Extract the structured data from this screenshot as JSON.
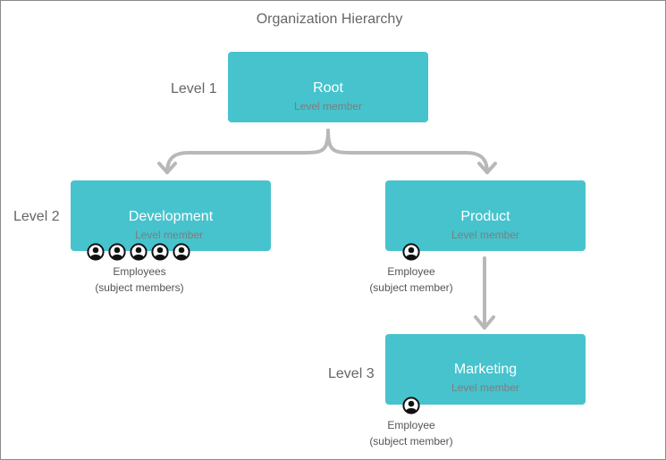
{
  "title": "Organization Hierarchy",
  "levels": [
    "Level 1",
    "Level 2",
    "Level 3"
  ],
  "nodes": {
    "root": {
      "name": "Root",
      "sub": "Level member"
    },
    "development": {
      "name": "Development",
      "sub": "Level member"
    },
    "product": {
      "name": "Product",
      "sub": "Level member"
    },
    "marketing": {
      "name": "Marketing",
      "sub": "Level member"
    }
  },
  "captions": {
    "development": {
      "line1": "Employees",
      "line2": "(subject members)"
    },
    "product": {
      "line1": "Employee",
      "line2": "(subject member)"
    },
    "marketing": {
      "line1": "Employee",
      "line2": "(subject member)"
    }
  },
  "icons": {
    "person": "person-icon",
    "development_count": 5,
    "product_count": 1,
    "marketing_count": 1
  },
  "colors": {
    "node_fill": "#47c3cd",
    "connector": "#b8b8b8"
  }
}
